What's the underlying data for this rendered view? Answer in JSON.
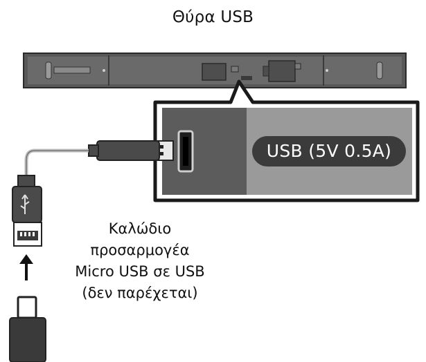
{
  "title": "Θύρα USB",
  "port_label": "USB (5V 0.5A)",
  "caption": {
    "line1": "Καλώδιο",
    "line2": "προσαρμογέα",
    "line3": "Micro USB σε USB",
    "line4": "(δεν παρέχεται)"
  }
}
